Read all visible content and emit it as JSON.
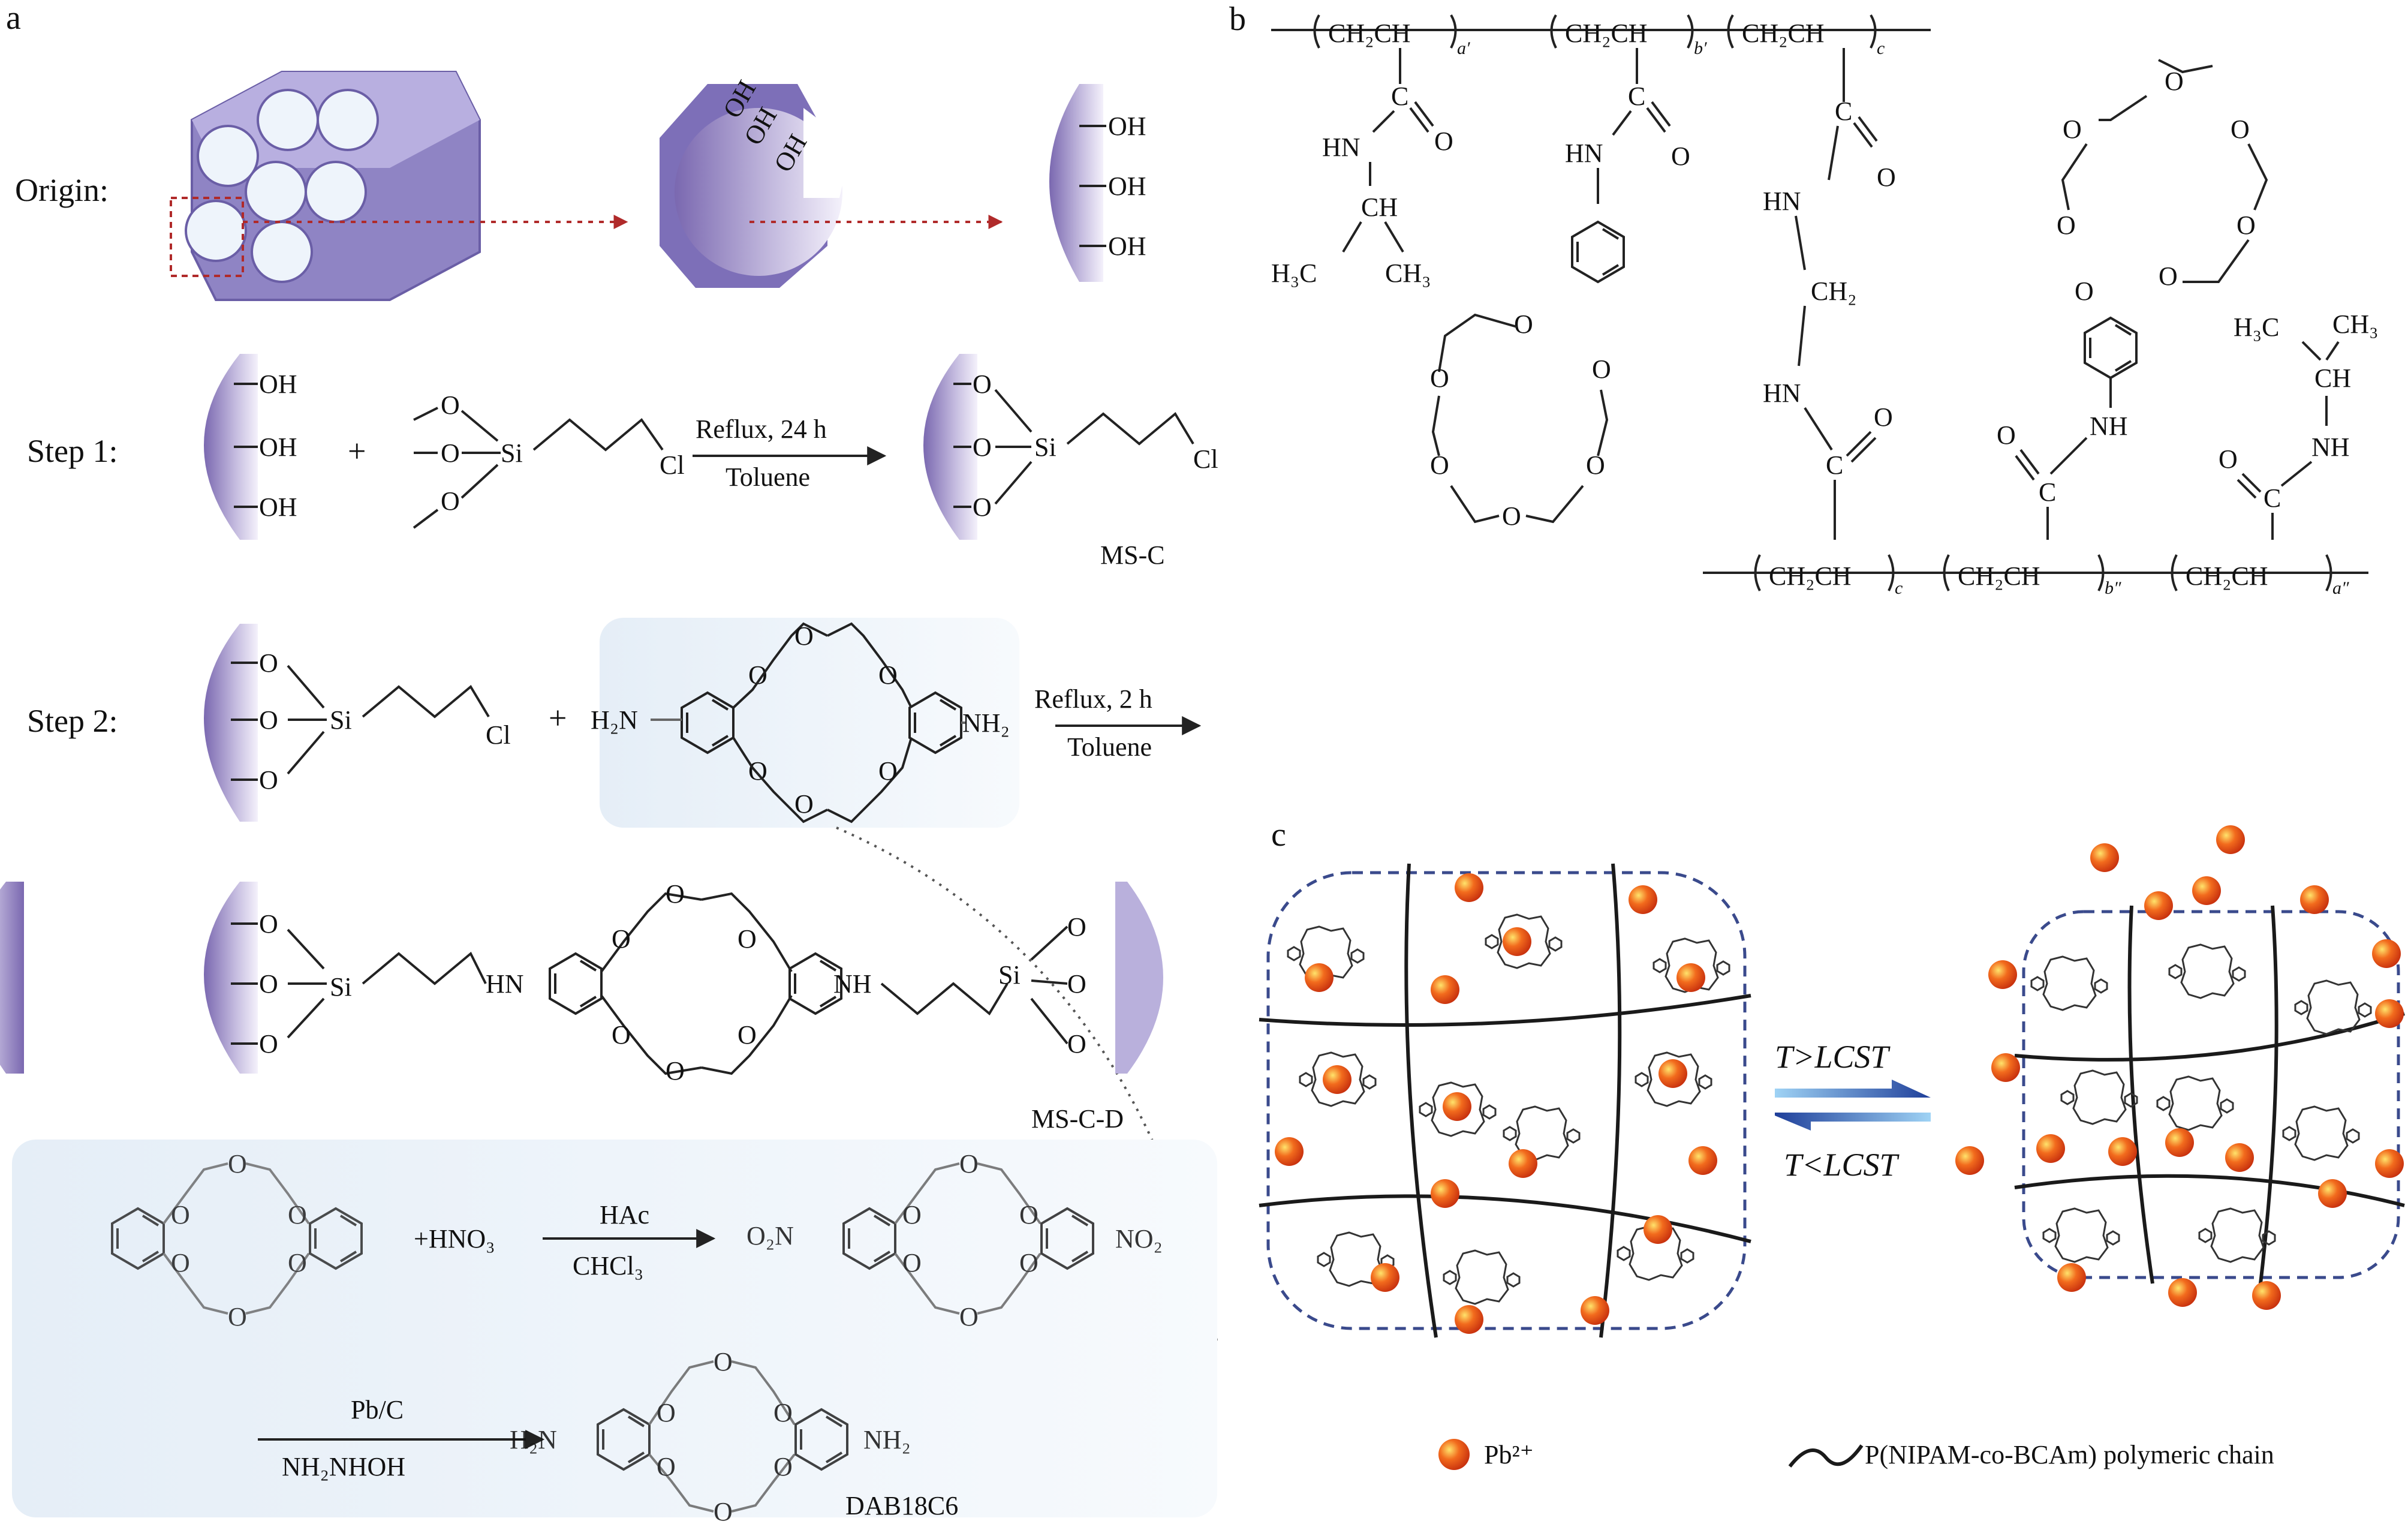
{
  "panel_labels": {
    "a": "a",
    "b": "b",
    "c": "c"
  },
  "panel_a": {
    "origin_label": "Origin:",
    "step1_label": "Step 1:",
    "step2_label": "Step 2:",
    "oh": "OH",
    "plus": "+",
    "o": "O",
    "si": "Si",
    "cl": "Cl",
    "hn": "HN",
    "nh": "NH",
    "h2n": "H₂N",
    "nh2": "NH₂",
    "o2n": "O₂N",
    "no2": "NO₂",
    "step1_cond_top": "Reflux, 24 h",
    "step1_cond_bottom": "Toluene",
    "step2_cond_top": "Reflux, 2 h",
    "step2_cond_bottom": "Toluene",
    "product1": "MS-C",
    "product2": "MS-C-D",
    "nitration_reagent": "+HNO₃",
    "nitration_cond_top": "HAc",
    "nitration_cond_bottom": "CHCl₃",
    "reduction_cond_top": "Pb/C",
    "reduction_cond_bottom": "NH₂NHOH",
    "product3": "DAB18C6"
  },
  "panel_b": {
    "ch2ch": "CH₂CH",
    "c": "C",
    "o": "O",
    "hn": "HN",
    "nh": "NH",
    "ch": "CH",
    "ch2": "CH₂",
    "h3c": "H₃C",
    "ch3": "CH₃",
    "sub_a1": "a′",
    "sub_b1": "b′",
    "sub_c": "c",
    "sub_b2": "b″",
    "sub_a2": "a″"
  },
  "panel_c": {
    "forward_condition": "T>LCST",
    "reverse_condition": "T<LCST",
    "legend_ion": "Pb²⁺",
    "legend_chain": "P(NIPAM-co-BCAm) polymeric chain",
    "colors": {
      "ion": "#e8521c",
      "ion_highlight": "#ffd23a",
      "box": "#3a4a8c",
      "arrow_fwd": "#2a4fa8",
      "arrow_rev": "#6fb7e8"
    }
  }
}
